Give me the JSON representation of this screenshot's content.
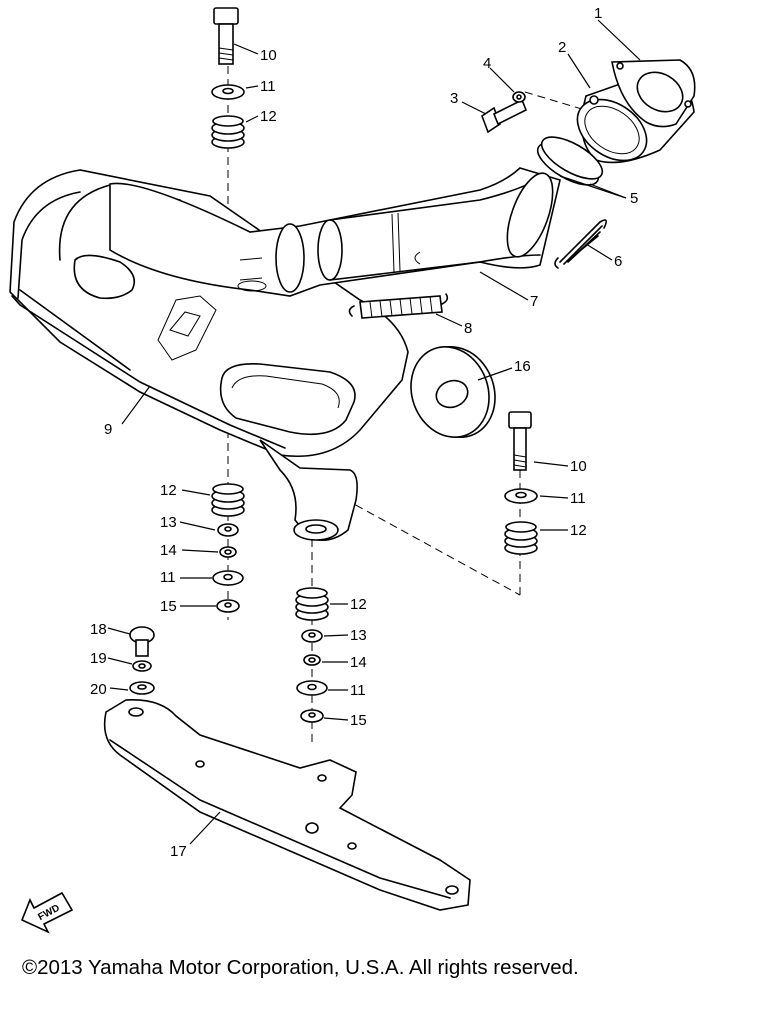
{
  "callouts": {
    "c1": "1",
    "c2": "2",
    "c3": "3",
    "c4": "4",
    "c5": "5",
    "c6": "6",
    "c7": "7",
    "c8": "8",
    "c9": "9",
    "c10a": "10",
    "c11a": "11",
    "c12a": "12",
    "c16": "16",
    "c10b": "10",
    "c11b": "11",
    "c12b": "12",
    "c12c": "12",
    "c13a": "13",
    "c14a": "14",
    "c11c": "11",
    "c15a": "15",
    "c12d": "12",
    "c13b": "13",
    "c14b": "14",
    "c11d": "11",
    "c15b": "15",
    "c18": "18",
    "c19": "19",
    "c20": "20",
    "c17": "17"
  },
  "fwd_label": "FWD",
  "copyright": "©2013 Yamaha Motor Corporation, U.S.A. All rights reserved."
}
